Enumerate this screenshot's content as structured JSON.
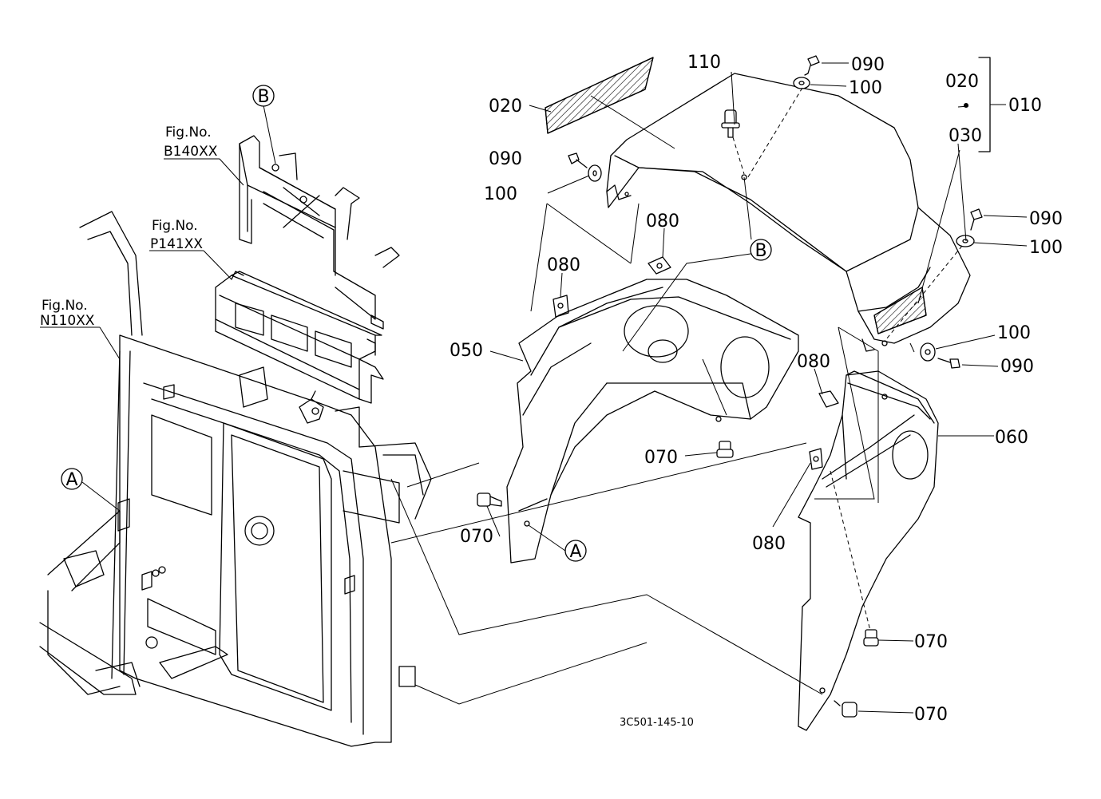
{
  "callouts": [
    {
      "id": "p020a",
      "text": "020"
    },
    {
      "id": "p110",
      "text": "110"
    },
    {
      "id": "p090a",
      "text": "090"
    },
    {
      "id": "p100a",
      "text": "100"
    },
    {
      "id": "p020b",
      "text": "020"
    },
    {
      "id": "p010",
      "text": "010"
    },
    {
      "id": "p030",
      "text": "030"
    },
    {
      "id": "p090b",
      "text": "090"
    },
    {
      "id": "p100b",
      "text": "100"
    },
    {
      "id": "p090c",
      "text": "090"
    },
    {
      "id": "p100c",
      "text": "100"
    },
    {
      "id": "p080a",
      "text": "080"
    },
    {
      "id": "p080b",
      "text": "080"
    },
    {
      "id": "p050",
      "text": "050"
    },
    {
      "id": "p100d",
      "text": "100"
    },
    {
      "id": "p090d",
      "text": "090"
    },
    {
      "id": "p080c",
      "text": "080"
    },
    {
      "id": "p060",
      "text": "060"
    },
    {
      "id": "p070a",
      "text": "070"
    },
    {
      "id": "p070b",
      "text": "070"
    },
    {
      "id": "p080d",
      "text": "080"
    },
    {
      "id": "p070c",
      "text": "070"
    },
    {
      "id": "p070d",
      "text": "070"
    }
  ],
  "refs": {
    "b_top": "B",
    "b_mid": "B",
    "a_left": "A",
    "a_right": "A"
  },
  "figrefs": [
    {
      "line1": "Fig.No.",
      "line2": "B140XX"
    },
    {
      "line1": "Fig.No.",
      "line2": "P141XX"
    },
    {
      "line1": "Fig.No.",
      "line2": "N110XX"
    }
  ],
  "drawing_code": "3C501-145-10"
}
